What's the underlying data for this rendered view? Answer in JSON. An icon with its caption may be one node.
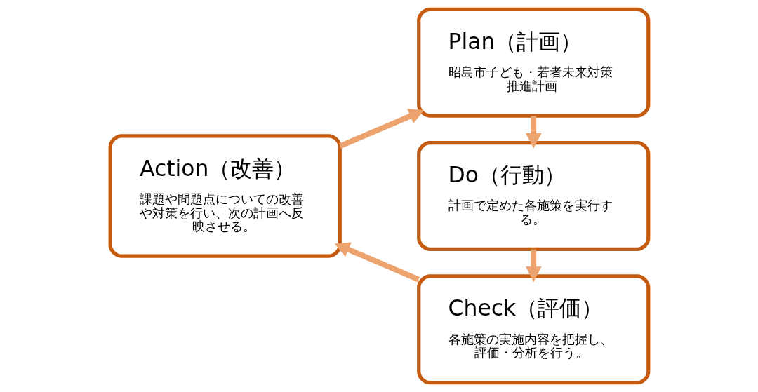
{
  "diagram": {
    "nodes": [
      {
        "text": [
          "Plan（計画）",
          "昭島市子ども・若者未来対策推進計画"
        ]
      },
      {
        "text": [
          "Do（行動）",
          "計画で定めた各施策を実行する。"
        ]
      },
      {
        "text": [
          "Check（評価）",
          "各施策の実施内容を把握し、評価・分析を行う。"
        ]
      },
      {
        "text": [
          "Action（改善）",
          "課題や問題点についての改善や対策を行い、次の計画へ反映させる。"
        ]
      }
    ],
    "edges": [
      {
        "from": 0,
        "to": 1,
        "arrow": "to"
      },
      {
        "from": 1,
        "to": 2,
        "arrow": "to"
      },
      {
        "from": 2,
        "to": 3,
        "arrow": "to"
      },
      {
        "from": 3,
        "to": 0,
        "arrow": "to"
      }
    ]
  }
}
